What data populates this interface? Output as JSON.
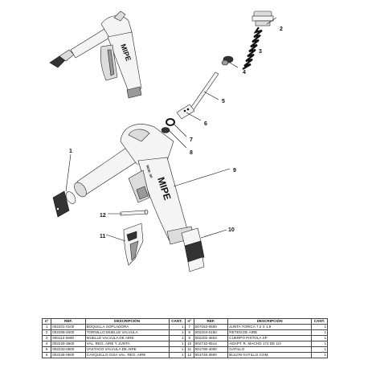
{
  "brand": {
    "name": "MIPE",
    "model_mark": "MOD. SP"
  },
  "callouts": [
    "1",
    "2",
    "3",
    "4",
    "5",
    "6",
    "7",
    "8",
    "9",
    "10",
    "11",
    "12"
  ],
  "table": {
    "headers": {
      "num": "nº",
      "ref": "REF.",
      "desc": "DESCRIPCIÓN",
      "cant": "CANT."
    },
    "rows_left": [
      {
        "num": "1",
        "ref": "002201-0100",
        "desc": "BOQUILLA SOPLADORA",
        "cant": "1"
      },
      {
        "num": "2",
        "ref": "002208-4000",
        "desc": "TORNILLO MUELLE VALVULA",
        "cant": "1"
      },
      {
        "num": "3",
        "ref": "000113-0600",
        "desc": "MUELLE VALVULA DE AIRE",
        "cant": "1"
      },
      {
        "num": "4",
        "ref": "002229-3600",
        "desc": "VAL. REG. AIRE Y JUNTA",
        "cant": "1"
      },
      {
        "num": "5",
        "ref": "002233-0500",
        "desc": "VASTAGO VALVULA DE AIRE",
        "cant": "1"
      },
      {
        "num": "6",
        "ref": "002228-0500",
        "desc": "CASQUILLO GUIA VAL. REG. AIRE",
        "cant": "1"
      }
    ],
    "rows_right": [
      {
        "num": "7",
        "ref": "007163-0600",
        "desc": "JUNTA TORICA 7,2 X 1,9",
        "cant": "1"
      },
      {
        "num": "8",
        "ref": "002204-0150",
        "desc": "RETEN DE AIRE",
        "cant": "1"
      },
      {
        "num": "9",
        "ref": "002202-4603",
        "desc": "CUERPO PISTOLA SP",
        "cant": "1"
      },
      {
        "num": "10",
        "ref": "002710-0514",
        "desc": "ADAPT. R. MACHO 172 DE 1/4",
        "cant": "1"
      },
      {
        "num": "11",
        "ref": "001706-4000",
        "desc": "GATILLO",
        "cant": "1"
      },
      {
        "num": "12",
        "ref": "001726-3600",
        "desc": "BULON GATILLO COM.",
        "cant": "1"
      }
    ]
  }
}
